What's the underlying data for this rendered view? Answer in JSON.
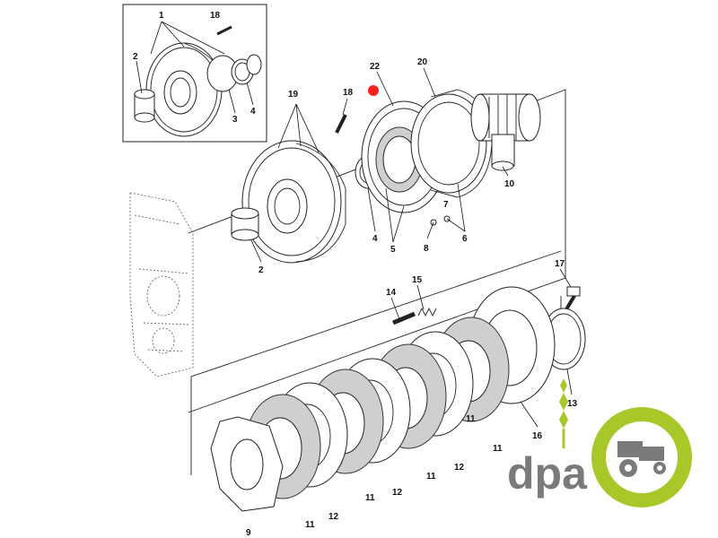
{
  "diagram": {
    "callouts": [
      {
        "id": "inset-1",
        "text": "1"
      },
      {
        "id": "inset-18",
        "text": "18"
      },
      {
        "id": "inset-2",
        "text": "2"
      },
      {
        "id": "inset-3",
        "text": "3"
      },
      {
        "id": "inset-4",
        "text": "4"
      },
      {
        "id": "c19",
        "text": "19"
      },
      {
        "id": "c18",
        "text": "18"
      },
      {
        "id": "c22",
        "text": "22"
      },
      {
        "id": "c20",
        "text": "20"
      },
      {
        "id": "c10",
        "text": "10"
      },
      {
        "id": "c7",
        "text": "7"
      },
      {
        "id": "c6",
        "text": "6"
      },
      {
        "id": "c8",
        "text": "8"
      },
      {
        "id": "c4",
        "text": "4"
      },
      {
        "id": "c5",
        "text": "5"
      },
      {
        "id": "c2",
        "text": "2"
      },
      {
        "id": "c17",
        "text": "17"
      },
      {
        "id": "c14",
        "text": "14"
      },
      {
        "id": "c15",
        "text": "15"
      },
      {
        "id": "c13",
        "text": "13"
      },
      {
        "id": "c16",
        "text": "16"
      },
      {
        "id": "c11a",
        "text": "11"
      },
      {
        "id": "c11b",
        "text": "11"
      },
      {
        "id": "c11c",
        "text": "11"
      },
      {
        "id": "c11d",
        "text": "11"
      },
      {
        "id": "c11e",
        "text": "11"
      },
      {
        "id": "c12a",
        "text": "12"
      },
      {
        "id": "c12b",
        "text": "12"
      },
      {
        "id": "c12c",
        "text": "12"
      },
      {
        "id": "c9",
        "text": "9"
      }
    ],
    "highlight_color": "#ff2020"
  },
  "logo": {
    "text": "dpa",
    "text_color": "#7a7a7a",
    "accent_color": "#a8c82a",
    "icon": "tractor-icon"
  }
}
